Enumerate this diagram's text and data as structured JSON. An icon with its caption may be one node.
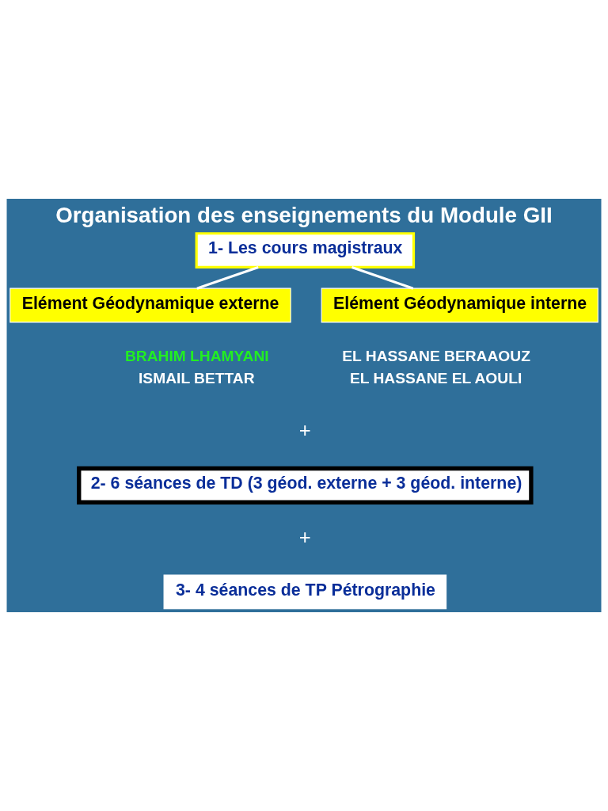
{
  "diagram": {
    "title": "Organisation des enseignements du Module GII",
    "nodes": [
      {
        "text": [
          "1- Les cours magistraux"
        ]
      },
      {
        "text": [
          "Elément Géodynamique externe"
        ],
        "beside": [
          "BRAHIM LHAMYANI",
          "ISMAIL BETTAR"
        ]
      },
      {
        "text": [
          "Elément Géodynamique interne"
        ],
        "beside": [
          "EL HASSANE BERAAOUZ",
          "EL HASSANE EL AOULI"
        ]
      },
      {
        "text": [
          "2- 6 séances de TD (3 géod. externe + 3 géod. interne)"
        ]
      },
      {
        "text": [
          "3- 4 séances de TP Pétrographie"
        ]
      }
    ],
    "edges": [
      {
        "from": 0,
        "to": 1,
        "arrow": "none"
      },
      {
        "from": 0,
        "to": 2,
        "arrow": "none"
      }
    ],
    "labels": [
      "+",
      "+"
    ]
  }
}
